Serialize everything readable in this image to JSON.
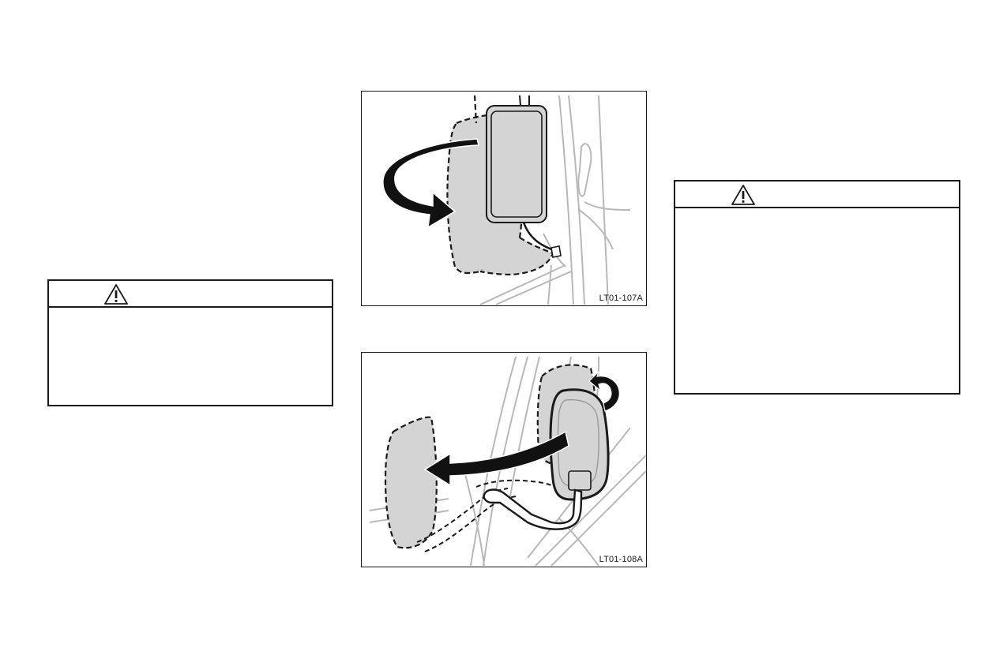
{
  "colors": {
    "border": "#1a1a1a",
    "mirror_fill": "#d4d4d4",
    "line_art_grey": "#b8b8b8",
    "arrow": "#111111"
  },
  "warnings": [
    {
      "icon": "warning-triangle-icon"
    },
    {
      "icon": "warning-triangle-icon"
    }
  ],
  "figures": [
    {
      "code": "LT01-107A",
      "arrow_direction": "rotate-forward"
    },
    {
      "code": "LT01-108A",
      "arrow_direction": "fold-outward"
    }
  ]
}
